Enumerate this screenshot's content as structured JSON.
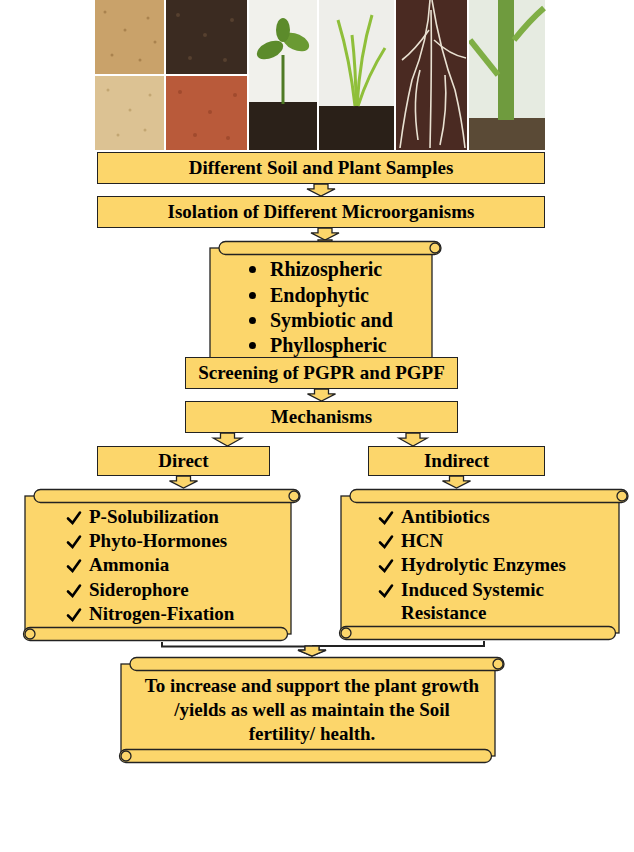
{
  "diagram": {
    "nodes": [
      {
        "text": [
          "Different Soil and Plant Samples"
        ]
      },
      {
        "text": [
          "Isolation of Different Microorganisms"
        ]
      },
      {
        "text": [
          "Rhizospheric",
          "Endophytic",
          "Symbiotic and",
          "Phyllospheric"
        ]
      },
      {
        "text": [
          "Screening of PGPR and PGPF"
        ]
      },
      {
        "text": [
          "Mechanisms"
        ]
      },
      {
        "text": [
          "Direct"
        ]
      },
      {
        "text": [
          "Indirect"
        ]
      },
      {
        "text": [
          "P-Solubilization",
          "Phyto-Hormones",
          "Ammonia",
          "Siderophore",
          "Nitrogen-Fixation"
        ]
      },
      {
        "text": [
          "Antibiotics",
          "HCN",
          "Hydrolytic Enzymes",
          "Induced Systemic Resistance"
        ]
      },
      {
        "text": [
          "To increase and support the plant growth /yields as well as maintain the Soil fertility/ health."
        ]
      }
    ],
    "edges": [
      {
        "from": 0,
        "to": 1,
        "arrow": "to"
      },
      {
        "from": 1,
        "to": 2,
        "arrow": "to"
      },
      {
        "from": 2,
        "to": 3,
        "arrow": "to"
      },
      {
        "from": 3,
        "to": 4,
        "arrow": "to"
      },
      {
        "from": 4,
        "to": 5,
        "arrow": "to"
      },
      {
        "from": 4,
        "to": 6,
        "arrow": "to"
      },
      {
        "from": 5,
        "to": 7,
        "arrow": "to"
      },
      {
        "from": 6,
        "to": 8,
        "arrow": "to"
      },
      {
        "from": 7,
        "to": 9,
        "arrow": "to"
      },
      {
        "from": 8,
        "to": 9,
        "arrow": "to"
      }
    ]
  }
}
